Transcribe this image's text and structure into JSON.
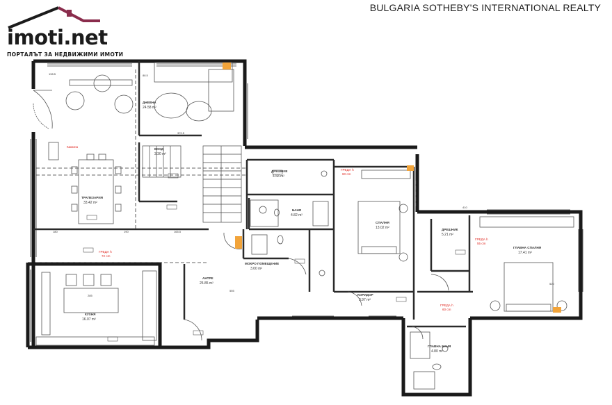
{
  "brand": {
    "name": "imoti.net",
    "tagline": "ПОРТАЛЪТ ЗА НЕДВИЖИМИ ИМОТИ",
    "roof_color": "#8a2c4c"
  },
  "agency": "BULGARIA SOTHEBY'S INTERNATIONAL REALTY",
  "colors": {
    "wall": "#1a1a1a",
    "line": "#4a4a4a",
    "accent_orange": "#f2a43a",
    "note_red": "#e0261f"
  },
  "rooms": {
    "living": {
      "name": "ДНЕВНА",
      "area": "24.58 m²"
    },
    "dining": {
      "name": "ТРАПЕЗАРИЯ",
      "area": "33.42 m²"
    },
    "kitchen": {
      "name": "КУХНЯ",
      "area": "16.07 m²"
    },
    "hall": {
      "name": "АНТРЕ",
      "area": "25.85 m²"
    },
    "wardrobe1": {
      "name": "ДРЕШНИК",
      "area": "4.58 m²"
    },
    "bedroom": {
      "name": "СПАЛНЯ",
      "area": "13.02 m²"
    },
    "wardrobe2": {
      "name": "ДРЕШНИК",
      "area": "5.21 m²"
    },
    "master": {
      "name": "ГЛАВНА СПАЛНЯ",
      "area": "17.41 m²"
    },
    "bath": {
      "name": "БАНЯ",
      "area": "4.82 m²"
    },
    "bath2": {
      "name": "ГЛАВНА БАНЯ",
      "area": "4.80 m²"
    },
    "wc": {
      "name": "МОКРО ПОМЕЩЕНИЕ",
      "area": "3.00 m²"
    },
    "corridor": {
      "name": "КОРИДОР",
      "area": "3.97 m²"
    },
    "stairwell": {
      "name": "ВХОД",
      "area": "3.30 m²"
    }
  },
  "notes": {
    "beam1": "ГРЕДА h",
    "beam1_h": "72 cm",
    "beam2": "ГРЕДА h",
    "beam2_h": "60 cm",
    "beam3": "ГРЕДА h",
    "beam3_h": "55 cm",
    "beam4": "ГРЕДА h",
    "beam4_h": "60 cm",
    "fireplace": "Камина"
  },
  "dims": {
    "d1": "198.5",
    "d2": "88.5",
    "d3": "370.5",
    "d4": "180",
    "d5": "190",
    "d6": "165.5",
    "d7": "555",
    "d8": "285",
    "d9": "410",
    "d10": "520"
  }
}
